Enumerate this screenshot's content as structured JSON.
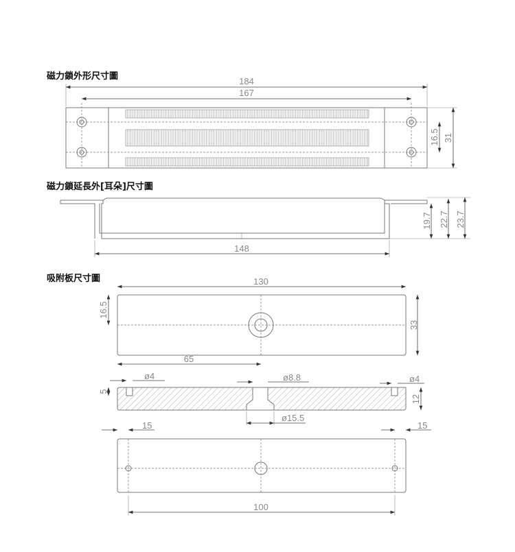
{
  "sections": [
    {
      "title": "磁力鎖外形尺寸圖",
      "dims": {
        "overall_length": "184",
        "hole_spacing": "167",
        "hole_vertical_spacing": "16.5",
        "height": "31"
      }
    },
    {
      "title": "磁力鎖延長外[耳朵]尺寸圖",
      "dims": {
        "h1": "19.7",
        "h2": "22.7",
        "h3": "23.7",
        "width": "148"
      }
    },
    {
      "title": "吸附板尺寸圖",
      "dims": {
        "length": "130",
        "half_height": "16.5",
        "height": "33",
        "center_offset": "65",
        "small_hole_left": "ø4",
        "center_hole": "ø8.8",
        "small_hole_right": "ø4",
        "recess_depth": "5",
        "thickness": "12",
        "counterbore": "ø15.5",
        "edge_left": "15",
        "edge_right": "15",
        "hole_spacing": "100"
      }
    }
  ],
  "colors": {
    "line": "#777777",
    "text": "#888888"
  }
}
